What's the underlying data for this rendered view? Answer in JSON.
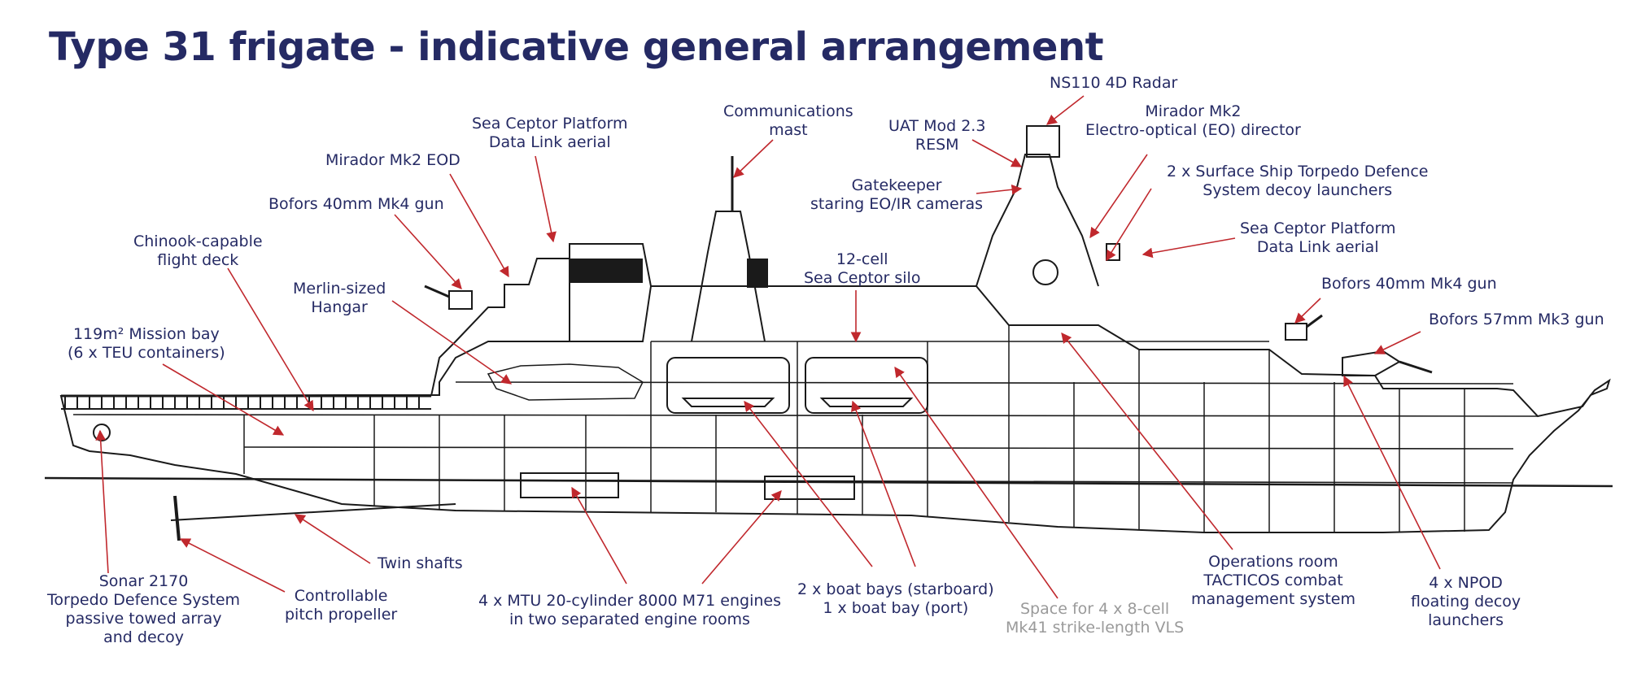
{
  "title": "Type 31 frigate - indicative general arrangement",
  "colors": {
    "label": "#252a64",
    "label_muted": "#9a9a9a",
    "leader": "#c0282d",
    "ship_line": "#1a1a1a"
  },
  "labels": {
    "ns110_radar": "NS110 4D Radar",
    "comms_mast": "Communications\nmast",
    "sea_ceptor_datalink_aft": "Sea Ceptor Platform\nData Link aerial",
    "uat_resm": "UAT Mod 2.3\nRESM",
    "mirador_eo_director": "Mirador Mk2\nElectro-optical (EO) director",
    "mirador_eod": "Mirador Mk2 EOD",
    "gatekeeper": "Gatekeeper\nstaring EO/IR cameras",
    "sstd_decoy_launchers": "2 x Surface Ship Torpedo Defence\nSystem decoy launchers",
    "bofors_40_aft": "Bofors 40mm Mk4 gun",
    "chinook_deck": "Chinook-capable\nflight deck",
    "sea_ceptor_datalink_fwd": "Sea Ceptor Platform\nData Link aerial",
    "sea_ceptor_silo": "12-cell\nSea Ceptor silo",
    "merlin_hangar": "Merlin-sized\nHangar",
    "bofors_40_fwd": "Bofors 40mm Mk4 gun",
    "mission_bay": "119m² Mission bay\n(6 x TEU containers)",
    "bofors_57": "Bofors 57mm Mk3 gun",
    "twin_shafts": "Twin shafts",
    "operations_room": "Operations room\nTACTICOS combat\nmanagement system",
    "sonar_2170": "Sonar 2170\nTorpedo Defence System\npassive towed array\nand decoy",
    "cp_propeller": "Controllable\npitch propeller",
    "engines": "4 x MTU 20-cylinder 8000 M71 engines\nin two separated engine rooms",
    "boat_bays": "2 x boat bays (starboard)\n1 x boat bay (port)",
    "npod": "4 x NPOD\nfloating decoy\nlaunchers",
    "mk41_space": "Space for 4 x 8-cell\nMk41 strike-length VLS"
  }
}
